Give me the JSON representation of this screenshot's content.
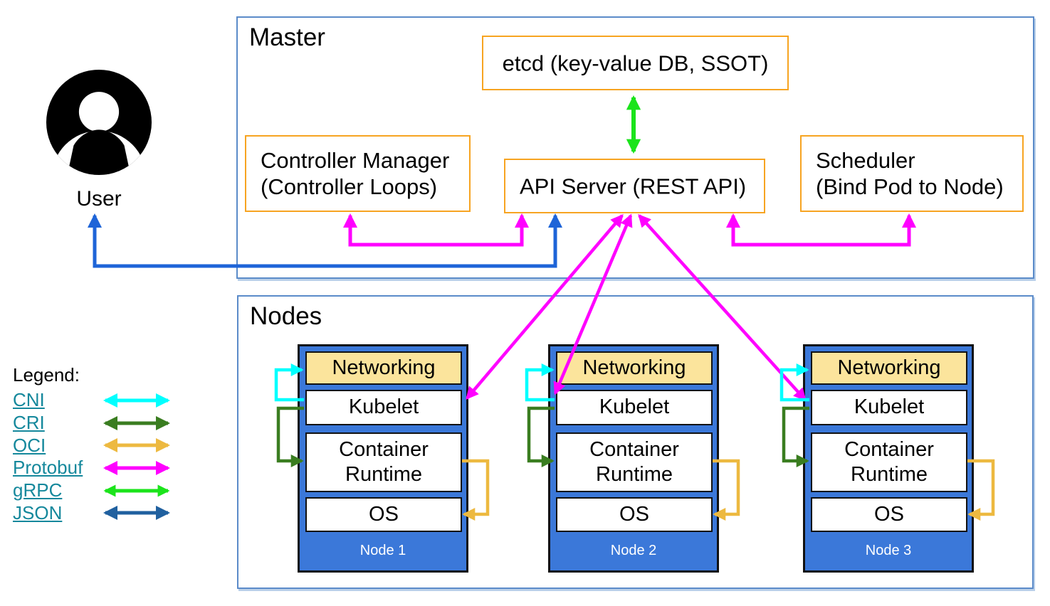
{
  "master": {
    "title": "Master",
    "etcd_label": "etcd (key-value DB, SSOT)",
    "controller_manager_line1": "Controller Manager",
    "controller_manager_line2": "(Controller Loops)",
    "api_server_label": "API Server (REST API)",
    "scheduler_line1": "Scheduler",
    "scheduler_line2": "(Bind Pod to Node)"
  },
  "user": {
    "label": "User"
  },
  "nodes": {
    "title": "Nodes",
    "items": [
      {
        "name": "Node 1",
        "layers": [
          "Networking",
          "Kubelet",
          "Container Runtime",
          "OS"
        ]
      },
      {
        "name": "Node 2",
        "layers": [
          "Networking",
          "Kubelet",
          "Container Runtime",
          "OS"
        ]
      },
      {
        "name": "Node 3",
        "layers": [
          "Networking",
          "Kubelet",
          "Container Runtime",
          "OS"
        ]
      }
    ]
  },
  "legend": {
    "title": "Legend:",
    "items": [
      {
        "label": "CNI",
        "color": "#00FFFF"
      },
      {
        "label": "CRI",
        "color": "#3A7D20"
      },
      {
        "label": "OCI",
        "color": "#EDB940"
      },
      {
        "label": "Protobuf",
        "color": "#FF00FF"
      },
      {
        "label": "gRPC",
        "color": "#1BE41B"
      },
      {
        "label": "JSON",
        "color": "#20609F"
      }
    ]
  },
  "colors": {
    "cni_cyan": "#00FFFF",
    "cri_green": "#3A7D20",
    "oci_gold": "#EDB940",
    "protobuf_magenta": "#FF00FF",
    "grpc_green": "#1BE41B",
    "json_navy": "#20609F",
    "user_arrow_blue": "#1E64D8",
    "box_border_orange": "#F7A421",
    "frame_border_blue": "#5B8BC9",
    "node_fill_blue": "#3B78D9",
    "networking_fill": "#FBE49C",
    "legend_link_teal": "#15889C"
  }
}
